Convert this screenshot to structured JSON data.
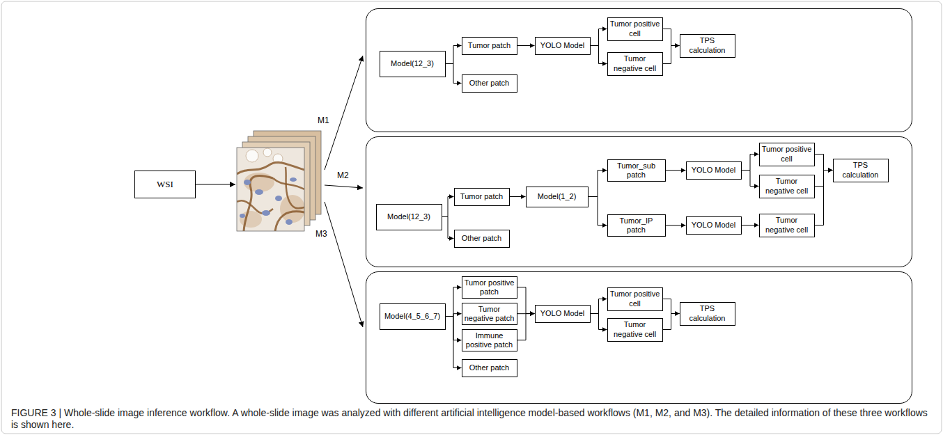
{
  "diagram": {
    "caption": "FIGURE 3 | Whole-slide image inference workflow. A whole-slide image was analyzed with different artificial intelligence model-based workflows (M1, M2, and M3). The detailed information of these three workflows is shown here.",
    "nodes": [
      {
        "text": [
          "WSI"
        ]
      },
      {
        "text": [
          "M1"
        ]
      },
      {
        "text": [
          "Model(12_3)"
        ],
        "in": 1
      },
      {
        "text": [
          "Tumor patch"
        ],
        "in": 1
      },
      {
        "text": [
          "Other patch"
        ],
        "in": 1
      },
      {
        "text": [
          "YOLO Model"
        ],
        "in": 1
      },
      {
        "text": [
          "Tumor positive cell"
        ],
        "in": 1
      },
      {
        "text": [
          "Tumor negative cell"
        ],
        "in": 1
      },
      {
        "text": [
          "TPS calculation"
        ],
        "in": 1
      },
      {
        "text": [
          "M2"
        ]
      },
      {
        "text": [
          "Model(12_3)"
        ],
        "in": 9
      },
      {
        "text": [
          "Tumor patch"
        ],
        "in": 9
      },
      {
        "text": [
          "Other patch"
        ],
        "in": 9
      },
      {
        "text": [
          "Model(1_2)"
        ],
        "in": 9
      },
      {
        "text": [
          "Tumor_sub patch"
        ],
        "in": 9
      },
      {
        "text": [
          "YOLO Model"
        ],
        "in": 9
      },
      {
        "text": [
          "Tumor positive cell"
        ],
        "in": 9
      },
      {
        "text": [
          "Tumor negative cell"
        ],
        "in": 9
      },
      {
        "text": [
          "TPS calculation"
        ],
        "in": 9
      },
      {
        "text": [
          "Tumor_IP patch"
        ],
        "in": 9
      },
      {
        "text": [
          "YOLO Model"
        ],
        "in": 9
      },
      {
        "text": [
          "Tumor negative cell"
        ],
        "in": 9
      },
      {
        "text": [
          "M3"
        ]
      },
      {
        "text": [
          "Model(4_5_6_7)"
        ],
        "in": 22
      },
      {
        "text": [
          "Tumor positive patch"
        ],
        "in": 22
      },
      {
        "text": [
          "Tumor negative patch"
        ],
        "in": 22
      },
      {
        "text": [
          "Immune positive patch"
        ],
        "in": 22
      },
      {
        "text": [
          "Other patch"
        ],
        "in": 22
      },
      {
        "text": [
          "YOLO Model"
        ],
        "in": 22
      },
      {
        "text": [
          "Tumor positive cell"
        ],
        "in": 22
      },
      {
        "text": [
          "Tumor negative cell"
        ],
        "in": 22
      },
      {
        "text": [
          "TPS calculation"
        ],
        "in": 22
      }
    ],
    "edges": [
      {
        "from": 2,
        "to": 3,
        "arrow": "to"
      },
      {
        "from": 2,
        "to": 4,
        "arrow": "to"
      },
      {
        "from": 3,
        "to": 5,
        "arrow": "to"
      },
      {
        "from": 5,
        "to": 6,
        "arrow": "to"
      },
      {
        "from": 5,
        "to": 7,
        "arrow": "to"
      },
      {
        "from": 6,
        "to": 8,
        "arrow": "to"
      },
      {
        "from": 7,
        "to": 8,
        "arrow": "to"
      },
      {
        "from": 10,
        "to": 11,
        "arrow": "to"
      },
      {
        "from": 10,
        "to": 12,
        "arrow": "to"
      },
      {
        "from": 11,
        "to": 13,
        "arrow": "to"
      },
      {
        "from": 13,
        "to": 14,
        "arrow": "to"
      },
      {
        "from": 13,
        "to": 19,
        "arrow": "to"
      },
      {
        "from": 14,
        "to": 15,
        "arrow": "to"
      },
      {
        "from": 15,
        "to": 16,
        "arrow": "to"
      },
      {
        "from": 15,
        "to": 17,
        "arrow": "to"
      },
      {
        "from": 16,
        "to": 18,
        "arrow": "to"
      },
      {
        "from": 17,
        "to": 18,
        "arrow": "to"
      },
      {
        "from": 19,
        "to": 20,
        "arrow": "to"
      },
      {
        "from": 20,
        "to": 21,
        "arrow": "to"
      },
      {
        "from": 21,
        "to": 18,
        "arrow": "to"
      },
      {
        "from": 23,
        "to": 24,
        "arrow": "to"
      },
      {
        "from": 23,
        "to": 25,
        "arrow": "to"
      },
      {
        "from": 23,
        "to": 26,
        "arrow": "to"
      },
      {
        "from": 23,
        "to": 27,
        "arrow": "to"
      },
      {
        "from": 24,
        "to": 28,
        "arrow": "to"
      },
      {
        "from": 25,
        "to": 28,
        "arrow": "to"
      },
      {
        "from": 26,
        "to": 28,
        "arrow": "to"
      },
      {
        "from": 28,
        "to": 29,
        "arrow": "to"
      },
      {
        "from": 28,
        "to": 30,
        "arrow": "to"
      },
      {
        "from": 29,
        "to": 31,
        "arrow": "to"
      },
      {
        "from": 30,
        "to": 31,
        "arrow": "to"
      }
    ]
  }
}
